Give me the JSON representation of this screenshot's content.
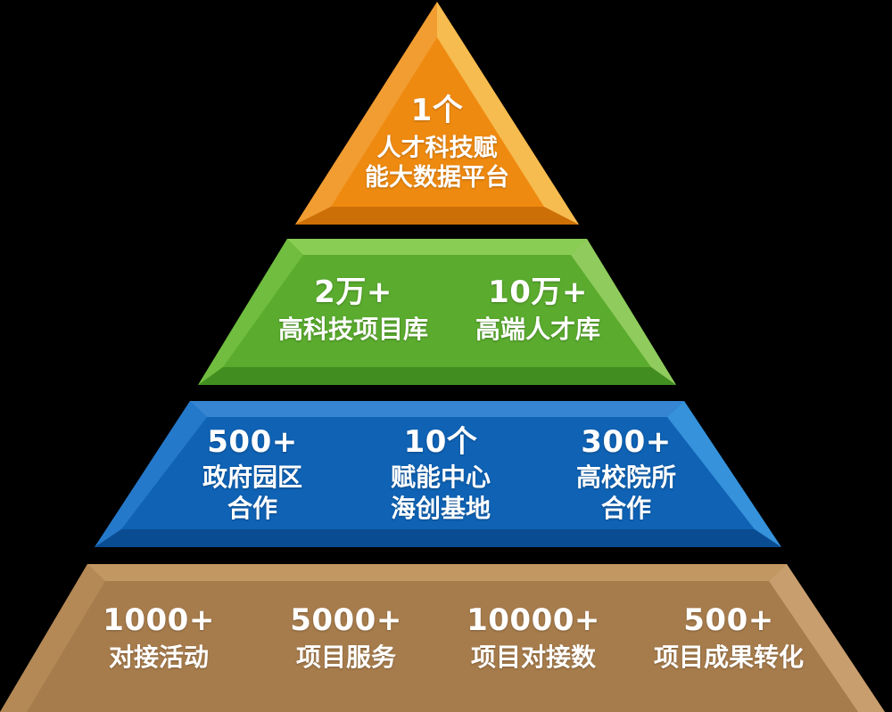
{
  "colors": {
    "background": "#000000",
    "tier1": "#ef8a10",
    "tier2": "#5aab2e",
    "tier3": "#0f62b4",
    "tier4": "#a77c4c",
    "text": "#ffffff"
  },
  "tiers": [
    {
      "items": [
        {
          "value": "1个",
          "label": "人才科技赋\n能大数据平台"
        }
      ]
    },
    {
      "items": [
        {
          "value": "2万+",
          "label": "高科技项目库"
        },
        {
          "value": "10万+",
          "label": "高端人才库"
        }
      ]
    },
    {
      "items": [
        {
          "value": "500+",
          "label": "政府园区\n合作"
        },
        {
          "value": "10个",
          "label": "赋能中心\n海创基地"
        },
        {
          "value": "300+",
          "label": "高校院所\n合作"
        }
      ]
    },
    {
      "items": [
        {
          "value": "1000+",
          "label": "对接活动"
        },
        {
          "value": "5000+",
          "label": "项目服务"
        },
        {
          "value": "10000+",
          "label": "项目对接数"
        },
        {
          "value": "500+",
          "label": "项目成果转化"
        }
      ]
    }
  ]
}
